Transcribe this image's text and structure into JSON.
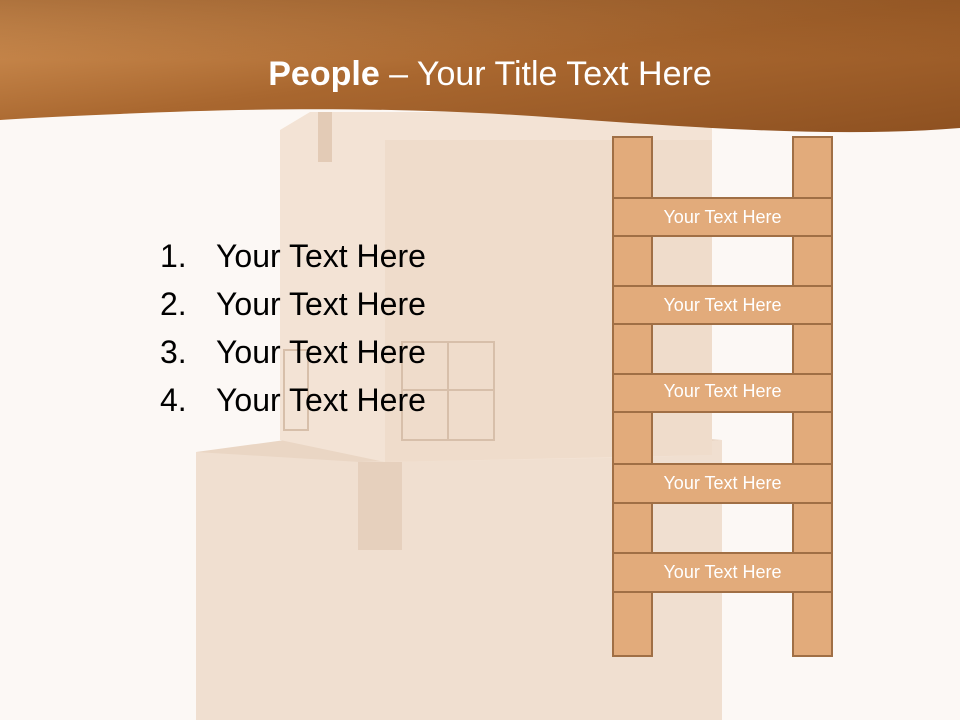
{
  "slide": {
    "title_bold": "People",
    "title_rest": " – Your Title Text Here",
    "list_items": [
      {
        "number": "1.",
        "text": "Your Text Here"
      },
      {
        "number": "2.",
        "text": "Your Text Here"
      },
      {
        "number": "3.",
        "text": "Your Text Here"
      },
      {
        "number": "4.",
        "text": "Your Text Here"
      }
    ],
    "ladder_rungs": [
      "Your Text Here",
      "Your Text Here",
      "Your Text Here",
      "Your Text Here",
      "Your Text Here"
    ]
  },
  "colors": {
    "header_dark": "#9a5a25",
    "header_light": "#d99a5c",
    "ladder_fill": "#e2ab7b",
    "ladder_stroke": "#a06f45",
    "background": "#fcf8f5"
  }
}
